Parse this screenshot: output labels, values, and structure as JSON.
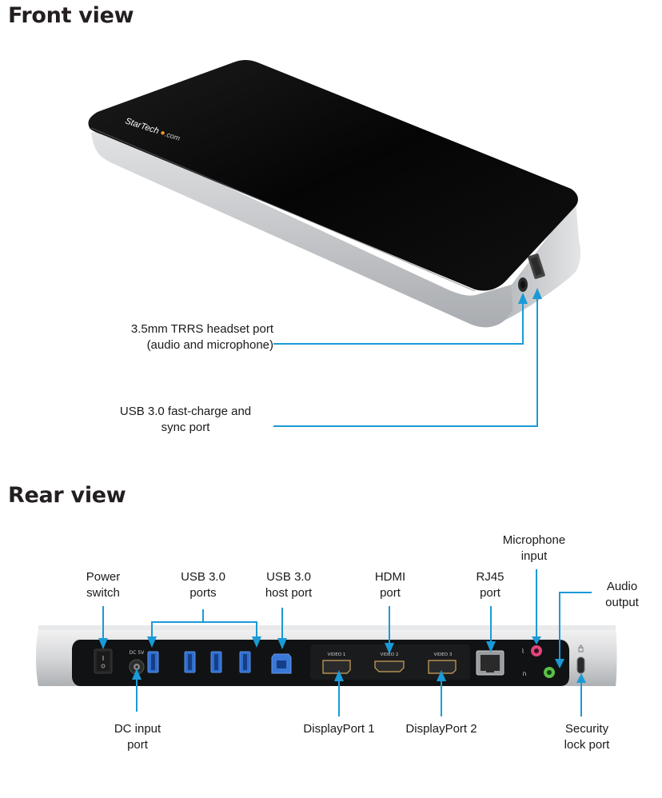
{
  "front": {
    "heading": "Front view",
    "logo": {
      "brand": "StarTech",
      "suffix": ".com"
    },
    "callouts": {
      "headset": {
        "line1": "3.5mm TRRS headset port",
        "line2": "(audio and microphone)"
      },
      "usb_charge": {
        "line1": "USB 3.0 fast-charge and",
        "line2": "sync port"
      }
    }
  },
  "rear": {
    "heading": "Rear view",
    "panel_text": {
      "dc": "DC 5V",
      "video1": "VIDEO 1",
      "video2": "VIDEO 2",
      "video3": "VIDEO 3"
    },
    "callouts": {
      "power": {
        "line1": "Power",
        "line2": "switch"
      },
      "usb_ports": {
        "line1": "USB 3.0",
        "line2": "ports"
      },
      "usb_host": {
        "line1": "USB 3.0",
        "line2": "host port"
      },
      "hdmi": {
        "line1": "HDMI",
        "line2": "port"
      },
      "rj45": {
        "line1": "RJ45",
        "line2": "port"
      },
      "mic": {
        "line1": "Microphone",
        "line2": "input"
      },
      "audio_out": {
        "line1": "Audio",
        "line2": "output"
      },
      "dc_input": {
        "line1": "DC input",
        "line2": "port"
      },
      "dp1": {
        "line1": "DisplayPort 1"
      },
      "dp2": {
        "line1": "DisplayPort 2"
      },
      "security": {
        "line1": "Security",
        "line2": "lock port"
      }
    }
  },
  "colors": {
    "callout_line": "#1a9ad6",
    "dock_top": "#0a0a0a",
    "dock_body": "#c9cbce",
    "usb_blue": "#2f6fd1",
    "mic_pink": "#e0457b",
    "audio_green": "#5cbf4a"
  }
}
